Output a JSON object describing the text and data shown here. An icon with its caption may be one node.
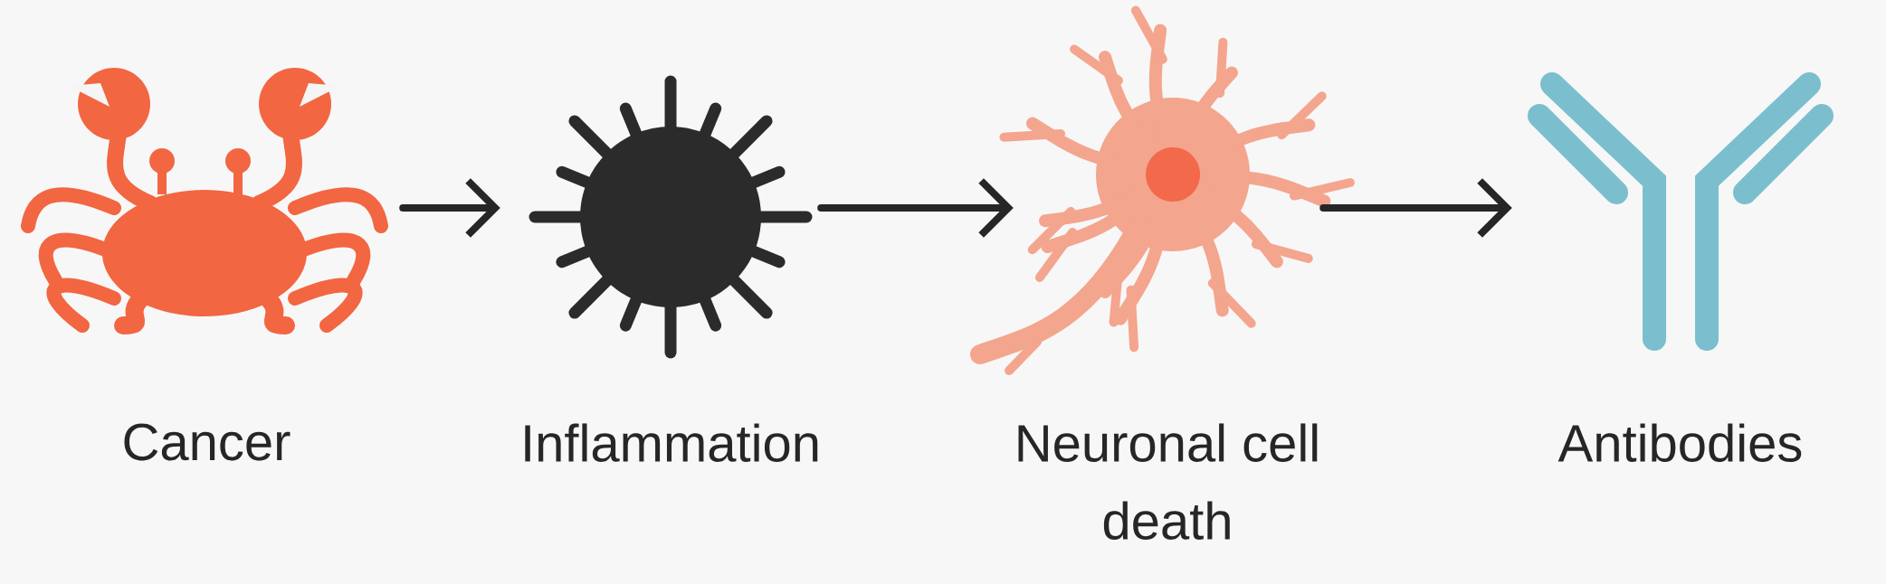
{
  "diagram": {
    "nodes": [
      {
        "text": [
          "Cancer"
        ]
      },
      {
        "text": [
          "Inflammation"
        ]
      },
      {
        "text": [
          "Neuronal cell death"
        ]
      },
      {
        "text": [
          "Antibodies"
        ]
      }
    ],
    "edges": [
      {
        "from": 0,
        "to": 1,
        "arrow": "to"
      },
      {
        "from": 1,
        "to": 2,
        "arrow": "to"
      },
      {
        "from": 2,
        "to": 3,
        "arrow": "to"
      }
    ]
  }
}
